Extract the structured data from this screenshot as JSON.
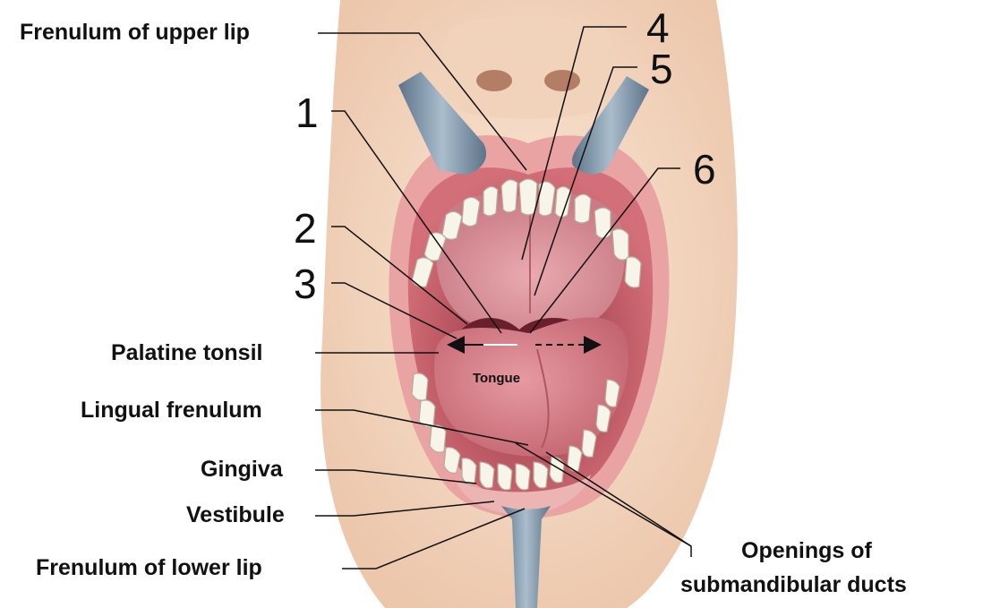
{
  "labels": {
    "frenulum_upper_lip": "Frenulum of upper lip",
    "palatine_tonsil": "Palatine tonsil",
    "lingual_frenulum": "Lingual frenulum",
    "gingiva": "Gingiva",
    "vestibule": "Vestibule",
    "frenulum_lower_lip": "Frenulum of lower lip",
    "openings_line1": "Openings of",
    "openings_line2": "submandibular ducts",
    "tongue": "Tongue"
  },
  "numbers": [
    "1",
    "2",
    "3",
    "4",
    "5",
    "6"
  ],
  "colors": {
    "skin": "#f6dcc6",
    "lip": "#e9a3a2",
    "oral_cavity": "#c85c68",
    "palate": "#e4a0a6",
    "tongue": "#d77b86",
    "teeth": "#f7f4ea",
    "retractor": "#7d96aa",
    "leader_line": "#111111"
  }
}
